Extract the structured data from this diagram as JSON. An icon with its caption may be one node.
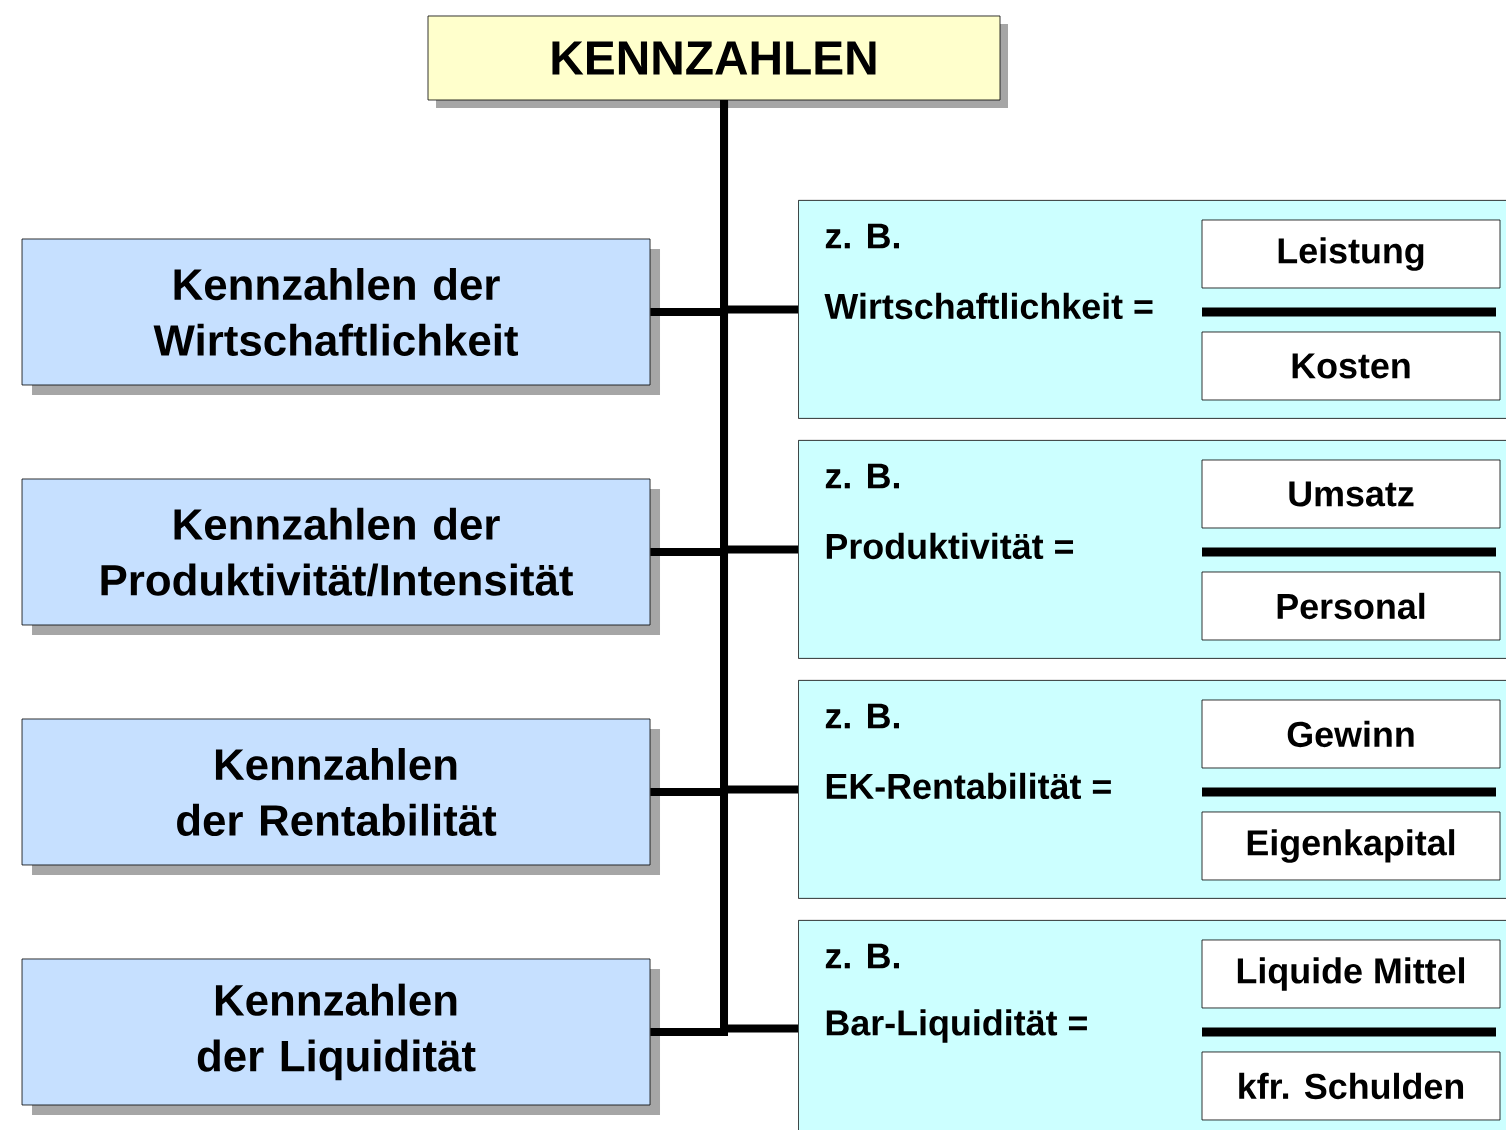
{
  "diagram": {
    "nodes": [
      {
        "text": [
          "KENNZAHLEN"
        ]
      },
      {
        "text": [
          "Kennzahlen der Wirtschaftlichkeit"
        ]
      },
      {
        "text": [
          "Kennzahlen der Produktivität/Intensität"
        ]
      },
      {
        "text": [
          "Kennzahlen der Rentabilität"
        ]
      },
      {
        "text": [
          "Kennzahlen der Liquidität"
        ]
      },
      {
        "text": [
          "z. B.",
          "Wirtschaftlichkeit ="
        ]
      },
      {
        "text": [
          "Leistung"
        ],
        "in": 5
      },
      {
        "text": [
          "Kosten"
        ],
        "in": 5
      },
      {
        "text": [
          "z. B.",
          "Produktivität ="
        ]
      },
      {
        "text": [
          "Umsatz"
        ],
        "in": 8
      },
      {
        "text": [
          "Personal"
        ],
        "in": 8
      },
      {
        "text": [
          "z. B.",
          "EK-Rentabilität ="
        ]
      },
      {
        "text": [
          "Gewinn"
        ],
        "in": 11
      },
      {
        "text": [
          "Eigenkapital"
        ],
        "in": 11
      },
      {
        "text": [
          "z. B.",
          "Bar-Liquidität ="
        ]
      },
      {
        "text": [
          "Liquide Mittel"
        ],
        "in": 14
      },
      {
        "text": [
          "kfr. Schulden"
        ],
        "in": 14
      }
    ],
    "edges": [
      {
        "from": 0,
        "to": 1,
        "arrow": "none"
      },
      {
        "from": 0,
        "to": 5,
        "arrow": "none"
      },
      {
        "from": 0,
        "to": 2,
        "arrow": "none"
      },
      {
        "from": 0,
        "to": 8,
        "arrow": "none"
      },
      {
        "from": 0,
        "to": 3,
        "arrow": "none"
      },
      {
        "from": 0,
        "to": 11,
        "arrow": "none"
      },
      {
        "from": 0,
        "to": 4,
        "arrow": "none"
      },
      {
        "from": 0,
        "to": 14,
        "arrow": "none"
      }
    ]
  }
}
